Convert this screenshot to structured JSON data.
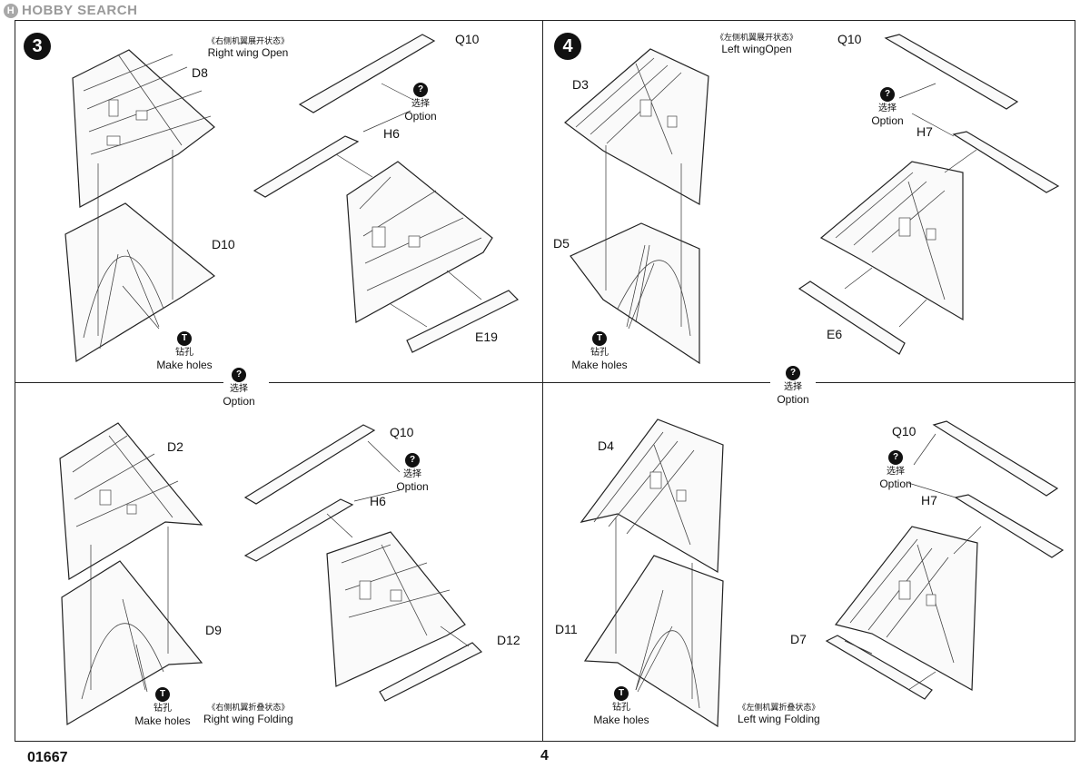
{
  "watermark": "HOBBY SEARCH",
  "watermark_logo": "H",
  "footer": {
    "code": "01667",
    "page": "4"
  },
  "icons": {
    "option": "?",
    "holes": "T"
  },
  "panels": [
    {
      "step": "3",
      "title_zh": "《右侧机翼展开状态》",
      "title_en": "Right wing Open",
      "option_zh": "选择",
      "option_en": "Option",
      "holes_zh": "钻孔",
      "holes_en": "Make holes",
      "parts": [
        "D8",
        "D10",
        "Q10",
        "H6",
        "E19"
      ]
    },
    {
      "step": "4",
      "title_zh": "《左侧机翼展开状态》",
      "title_en": "Left wingOpen",
      "option_zh": "选择",
      "option_en": "Option",
      "holes_zh": "钻孔",
      "holes_en": "Make holes",
      "parts": [
        "D3",
        "D5",
        "Q10",
        "H7",
        "E6"
      ]
    },
    {
      "title_zh": "《右侧机翼折叠状态》",
      "title_en": "Right wing Folding",
      "option_zh": "选择",
      "option_en": "Option",
      "holes_zh": "钻孔",
      "holes_en": "Make holes",
      "parts": [
        "D2",
        "D9",
        "Q10",
        "H6",
        "D12"
      ]
    },
    {
      "title_zh": "《左侧机翼折叠状态》",
      "title_en": "Left wing Folding",
      "option_zh": "选择",
      "option_en": "Option",
      "holes_zh": "钻孔",
      "holes_en": "Make holes",
      "parts": [
        "D4",
        "D11",
        "Q10",
        "H7",
        "D7"
      ]
    }
  ],
  "divider_options": [
    {
      "zh": "选择",
      "en": "Option"
    },
    {
      "zh": "选择",
      "en": "Option"
    }
  ]
}
